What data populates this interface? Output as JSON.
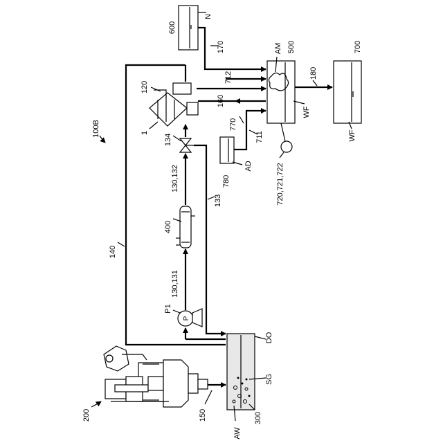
{
  "labels": {
    "tank_600": "600",
    "nitrogen": "N",
    "line_170": "170",
    "additive_am": "AM",
    "tank_500": "500",
    "tank_700": "700",
    "line_712": "712",
    "line_180": "180",
    "part_120": "120",
    "line_160": "160",
    "fuel_wf_500": "WF",
    "fuel_wf_700": "WF",
    "line_770": "770",
    "line_711": "711",
    "system_100b": "100B",
    "item_1": "1",
    "valve_134": "134",
    "tank_780": "780",
    "additive_ad": "AD",
    "sensors": "720,721,722",
    "line_130_132": "130,132",
    "line_133": "133",
    "filter_400": "400",
    "line_140": "140",
    "pump_p1": "P1",
    "pump_p": "P",
    "line_130_131": "130,131",
    "tank_do": "DO",
    "engine_200": "200",
    "sludge_sg": "SG",
    "separator_300": "300",
    "line_150": "150",
    "water_aw": "AW"
  }
}
